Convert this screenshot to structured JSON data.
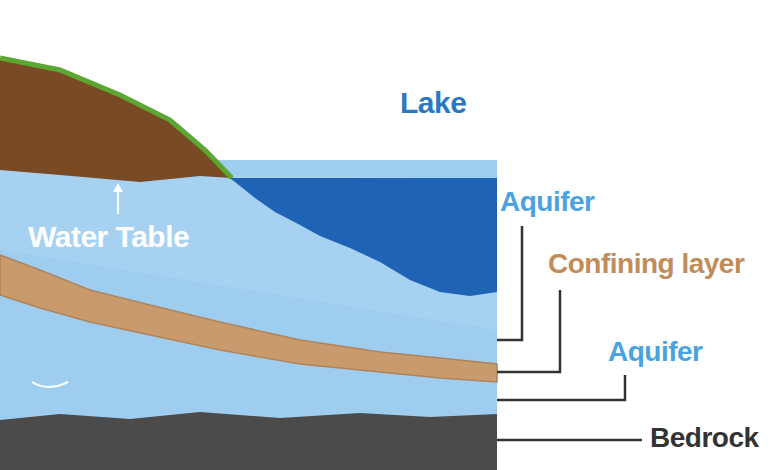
{
  "diagram": {
    "labels": [
      "Lake",
      "Water Table",
      "Aquifer",
      "Confining layer",
      "Aquifer",
      "Bedrock"
    ]
  }
}
